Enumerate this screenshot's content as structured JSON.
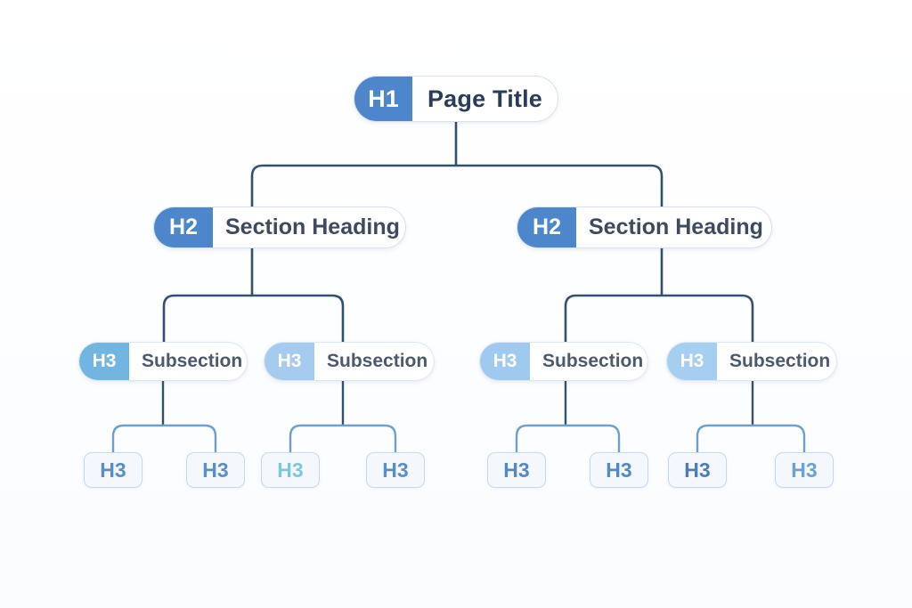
{
  "diagram": {
    "title": "heading-hierarchy-tree",
    "connector_colors": {
      "primary": "#33506f",
      "secondary": "#6f9fca"
    },
    "root": {
      "badge": "H1",
      "label": "Page Title",
      "badge_color": "#4e86cc",
      "label_color": "#2b3c59"
    },
    "sections": [
      {
        "badge": "H2",
        "label": "Section Heading",
        "badge_color": "#4e86cc"
      },
      {
        "badge": "H2",
        "label": "Section Heading",
        "badge_color": "#4e86cc"
      }
    ],
    "subsections": [
      {
        "badge": "H3",
        "label": "Subsection",
        "badge_color": "#72b5e0"
      },
      {
        "badge": "H3",
        "label": "Subsection",
        "badge_color": "#a6cbee"
      },
      {
        "badge": "H3",
        "label": "Subsection",
        "badge_color": "#a0c9f0"
      },
      {
        "badge": "H3",
        "label": "Subsection",
        "badge_color": "#a6cef1"
      }
    ],
    "leaves": [
      {
        "label": "H3",
        "color": "#5a8ec9"
      },
      {
        "label": "H3",
        "color": "#5a8ec9"
      },
      {
        "label": "H3",
        "color": "#7fc6d8"
      },
      {
        "label": "H3",
        "color": "#5a8ec9"
      },
      {
        "label": "H3",
        "color": "#5588c6"
      },
      {
        "label": "H3",
        "color": "#5588c6"
      },
      {
        "label": "H3",
        "color": "#4d7db9"
      },
      {
        "label": "H3",
        "color": "#6f9fd6"
      }
    ]
  }
}
